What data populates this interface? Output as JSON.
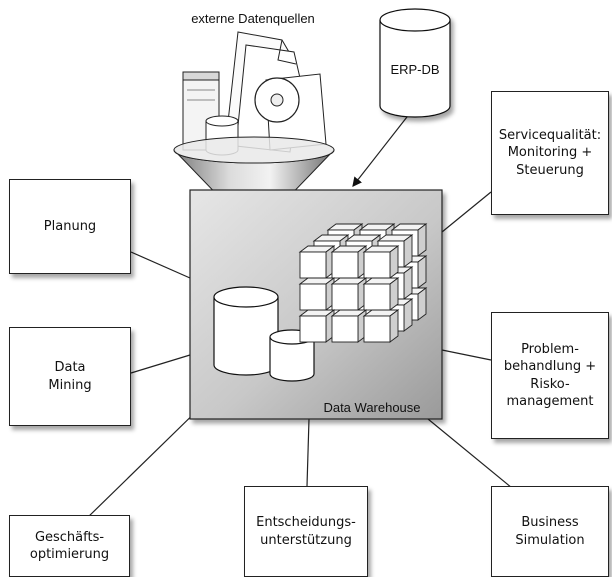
{
  "title_sources": "externe Datenquellen",
  "erp_db": "ERP-DB",
  "center_label": "Data Warehouse",
  "nodes": {
    "planung": "Planung",
    "data_mining": "Data\nMining",
    "geschaeftsoptimierung": "Geschäfts-\noptimierung",
    "entscheidungsunterstuetzung": "Entscheidungs-\nunterstützung",
    "business_simulation": "Business\nSimulation",
    "problembehandlung": "Problem-\nbehandlung +\nRisko-\nmanagement",
    "servicequalitaet": "Servicequalität:\nMonitoring +\nSteuerung"
  }
}
